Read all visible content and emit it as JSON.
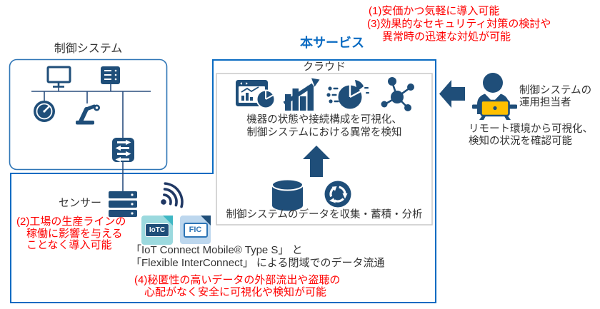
{
  "labels": {
    "control_system": "制御システム",
    "service": "本サービス",
    "cloud": "クラウド",
    "sensor": "センサー"
  },
  "benefits": {
    "b1": "(1)安価かつ気軽に導入可能",
    "b3_line1": "(3)効果的なセキュリティ対策の検討や",
    "b3_line2": "異常時の迅速な対処が可能",
    "b2_line1": "(2)工場の生産ラインの",
    "b2_line2": "稼働に影響を与える",
    "b2_line3": "ことなく導入可能",
    "b4_line1": "(4)秘匿性の高いデータの外部流出や盗聴の",
    "b4_line2": "心配がなく安全に可視化や検知が可能"
  },
  "cloud_box": {
    "visualize_line1": "機器の状態や接続構成を可視化、",
    "visualize_line2": "制御システムにおける異常を検知",
    "collect": "制御システムのデータを収集・蓄積・分析"
  },
  "connectivity": {
    "iotc": "IoTC",
    "fic": "FIC",
    "line1": "「IoT Connect Mobile® Type S」 と",
    "line2": "「Flexible InterConnect」 による閉域でのデータ流通"
  },
  "operator": {
    "role_line1": "制御システムの",
    "role_line2": "運用担当者",
    "desc_line1": "リモート環境から可視化、",
    "desc_line2": "検知の状況を確認可能"
  },
  "colors": {
    "navy_icon": "#1F4E79",
    "bright_blue_border": "#0A6BC2",
    "control_box_border": "#2E75B6",
    "red_text": "#FF0000",
    "body_text": "#333333",
    "inner_box_border": "#C9C9C9",
    "iotc_badge_bg": "#9BD9DE",
    "iotc_badge_fold": "#3FB7C4",
    "fic_badge_bg": "#BDD7EE",
    "fic_badge_fold": "#1F4E79",
    "laptop_yellow": "#FFC000"
  },
  "icons": {
    "monitor-icon": "desktop monitor outline",
    "server-icon": "server box with slots",
    "gauge-icon": "round meter gauge",
    "robot-arm-icon": "industrial robot arm",
    "switch-icon": "network switch with arrows",
    "sensor-icon": "stacked sensor unit",
    "wireless-signal-icon": "dot with radio arcs",
    "dashboard-icon": "window with charts and pie",
    "bar-chart-growth-icon": "bars with rising arrow",
    "pie-chart-analysis-icon": "exploded pie with list",
    "network-molecule-icon": "node-link molecule",
    "up-arrow-icon": "block arrow up",
    "database-icon": "cylinder database",
    "refresh-icon": "circular sync arrows",
    "left-arrow-icon": "block arrow left",
    "operator-person-icon": "person at laptop desk"
  }
}
